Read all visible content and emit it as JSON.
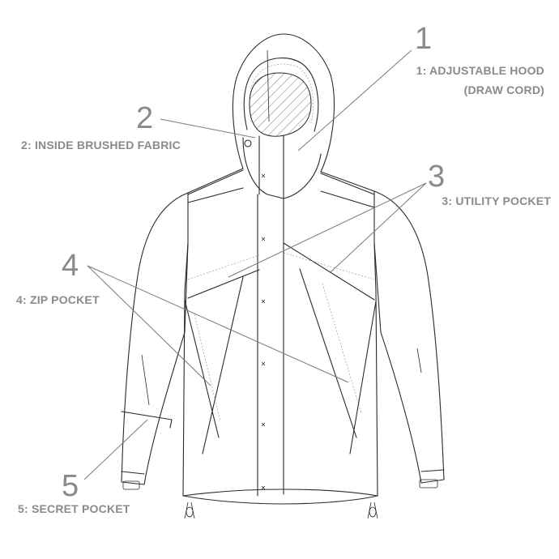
{
  "callouts": [
    {
      "number": "1",
      "label_lines": [
        "1: ADJUSTABLE HOOD",
        "(DRAW CORD)"
      ]
    },
    {
      "number": "2",
      "label_lines": [
        "2: INSIDE BRUSHED FABRIC"
      ]
    },
    {
      "number": "3",
      "label_lines": [
        "3: UTILITY POCKET"
      ]
    },
    {
      "number": "4",
      "label_lines": [
        "4: ZIP POCKET"
      ]
    },
    {
      "number": "5",
      "label_lines": [
        "5: SECRET POCKET"
      ]
    }
  ],
  "colors": {
    "text": "#8a8a8a",
    "outline": "#2a2a2a",
    "leader": "#7a7a7a"
  }
}
